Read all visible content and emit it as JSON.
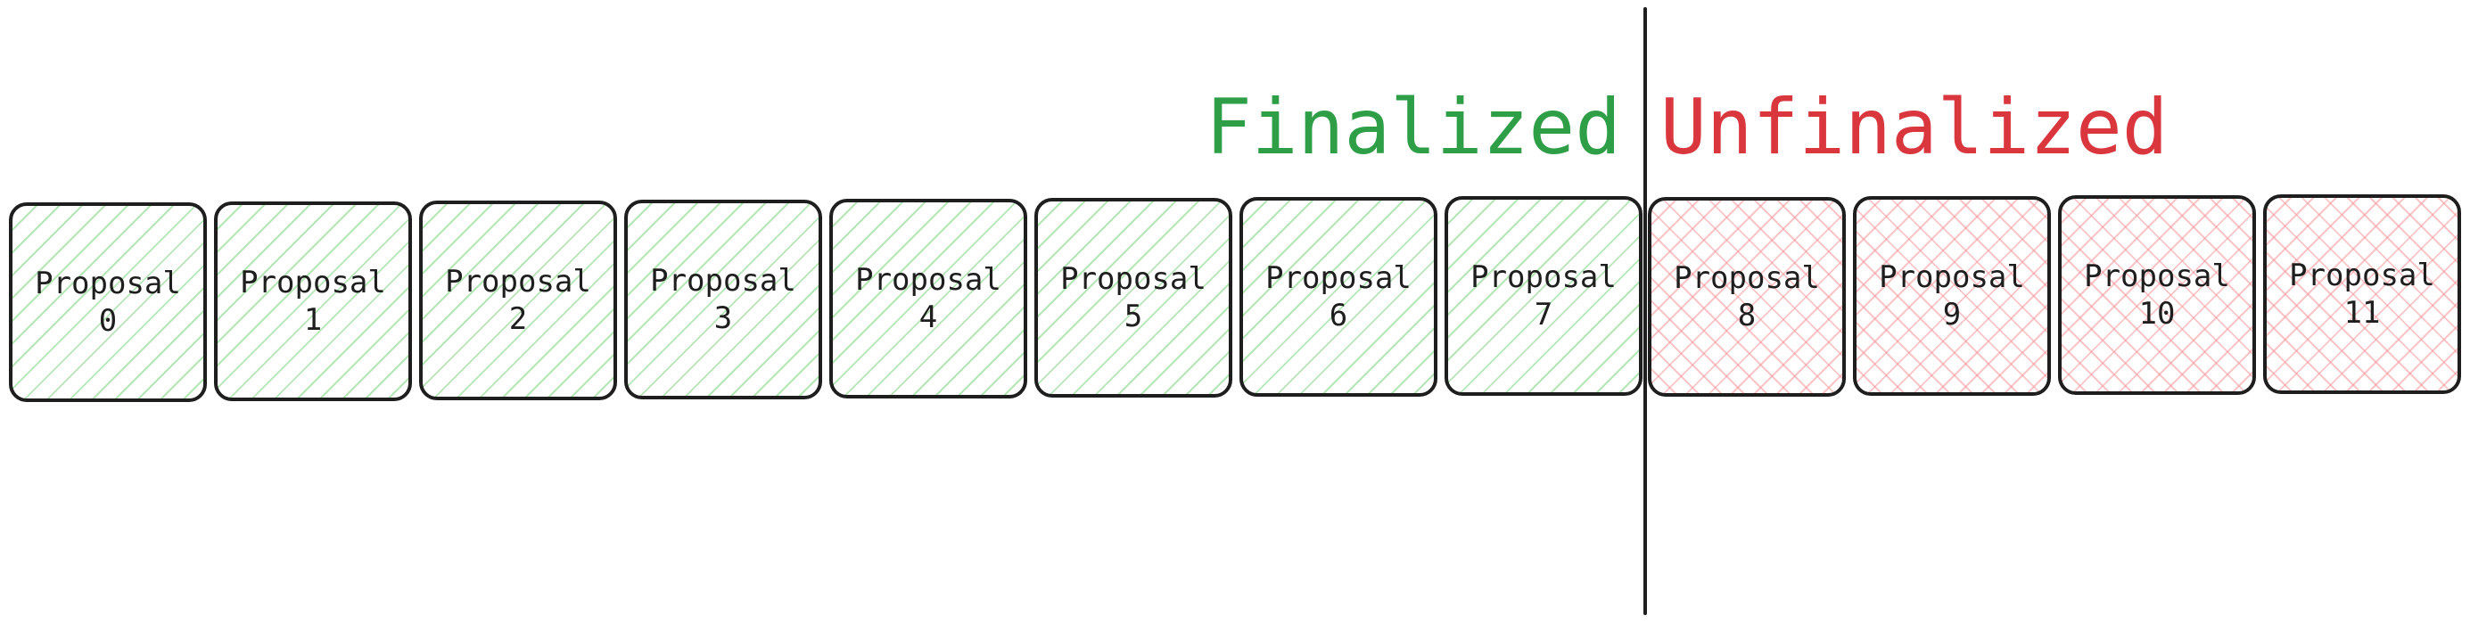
{
  "headings": {
    "finalized": "Finalized",
    "unfinalized": "Unfinalized"
  },
  "proposals": [
    {
      "label": "Proposal",
      "number": "0",
      "status": "finalized"
    },
    {
      "label": "Proposal",
      "number": "1",
      "status": "finalized"
    },
    {
      "label": "Proposal",
      "number": "2",
      "status": "finalized"
    },
    {
      "label": "Proposal",
      "number": "3",
      "status": "finalized"
    },
    {
      "label": "Proposal",
      "number": "4",
      "status": "finalized"
    },
    {
      "label": "Proposal",
      "number": "5",
      "status": "finalized"
    },
    {
      "label": "Proposal",
      "number": "6",
      "status": "finalized"
    },
    {
      "label": "Proposal",
      "number": "7",
      "status": "finalized"
    },
    {
      "label": "Proposal",
      "number": "8",
      "status": "unfinalized"
    },
    {
      "label": "Proposal",
      "number": "9",
      "status": "unfinalized"
    },
    {
      "label": "Proposal",
      "number": "10",
      "status": "unfinalized"
    },
    {
      "label": "Proposal",
      "number": "11",
      "status": "unfinalized"
    }
  ],
  "colors": {
    "finalized_text": "#2e9e47",
    "unfinalized_text": "#d9363e",
    "finalized_hatch": "#78d278",
    "unfinalized_hatch": "#f5969b",
    "border": "#1e1e1e"
  }
}
